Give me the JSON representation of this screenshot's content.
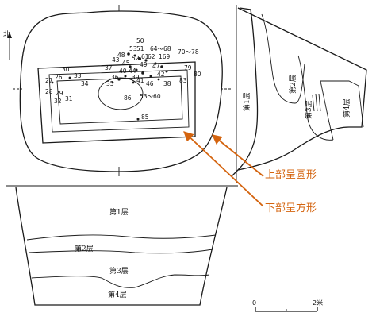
{
  "north": {
    "label": "北"
  },
  "plan_numbers": [
    {
      "id": "n50",
      "text": "50"
    },
    {
      "id": "n53",
      "text": "53"
    },
    {
      "id": "n48",
      "text": "48"
    },
    {
      "id": "n51",
      "text": "51"
    },
    {
      "id": "n6468",
      "text": "64～68"
    },
    {
      "id": "n7078",
      "text": "70～78"
    },
    {
      "id": "n43",
      "text": "43"
    },
    {
      "id": "n45",
      "text": "45"
    },
    {
      "id": "n52",
      "text": "52"
    },
    {
      "id": "n61",
      "text": "61"
    },
    {
      "id": "n62",
      "text": "62"
    },
    {
      "id": "n169",
      "text": "169"
    },
    {
      "id": "n30",
      "text": "30"
    },
    {
      "id": "n37",
      "text": "37"
    },
    {
      "id": "n40",
      "text": "40"
    },
    {
      "id": "n44",
      "text": "44"
    },
    {
      "id": "n49",
      "text": "49"
    },
    {
      "id": "n47",
      "text": "47"
    },
    {
      "id": "n33",
      "text": "33"
    },
    {
      "id": "n39",
      "text": "39"
    },
    {
      "id": "n42",
      "text": "42"
    },
    {
      "id": "n79",
      "text": "79"
    },
    {
      "id": "n27",
      "text": "27"
    },
    {
      "id": "n26",
      "text": "26"
    },
    {
      "id": "n34",
      "text": "34"
    },
    {
      "id": "n36",
      "text": "36"
    },
    {
      "id": "n41",
      "text": "41"
    },
    {
      "id": "n46",
      "text": "46"
    },
    {
      "id": "n35",
      "text": "35"
    },
    {
      "id": "n38",
      "text": "38"
    },
    {
      "id": "n80",
      "text": "80"
    },
    {
      "id": "n28",
      "text": "28"
    },
    {
      "id": "n83",
      "text": "83"
    },
    {
      "id": "n32",
      "text": "32"
    },
    {
      "id": "n31",
      "text": "31"
    },
    {
      "id": "n86",
      "text": "86"
    },
    {
      "id": "n29",
      "text": "29"
    },
    {
      "id": "n5360",
      "text": "53～60"
    },
    {
      "id": "n85",
      "text": "85"
    }
  ],
  "side_section_labels": [
    "第1层",
    "第2层",
    "第3层",
    "第4层"
  ],
  "bottom_section_labels": [
    "第1层",
    "第2层",
    "第3层",
    "第4层"
  ],
  "callouts": {
    "upper": "上部呈圆形",
    "lower": "下部呈方形",
    "color": "#d4640f"
  },
  "scale_bar": {
    "start": "0",
    "end": "2米"
  }
}
